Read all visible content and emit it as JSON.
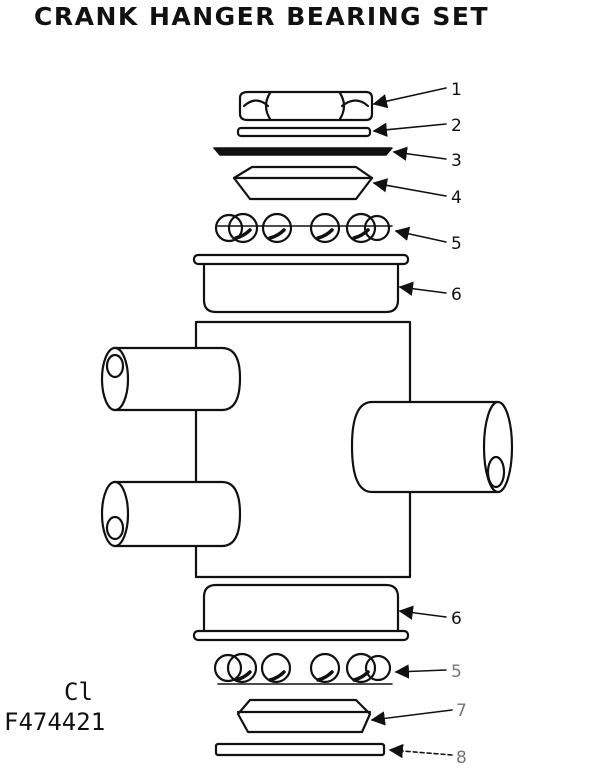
{
  "title": "CRANK HANGER BEARING SET",
  "codes": {
    "line1": "Cl",
    "line2": "F474421"
  },
  "callouts": [
    {
      "number": "1"
    },
    {
      "number": "2"
    },
    {
      "number": "3"
    },
    {
      "number": "4"
    },
    {
      "number": "5"
    },
    {
      "number": "6"
    },
    {
      "number": "6"
    },
    {
      "number": "5"
    },
    {
      "number": "7"
    },
    {
      "number": "8"
    }
  ],
  "colors": {
    "ink": "#111111",
    "background": "#ffffff"
  }
}
